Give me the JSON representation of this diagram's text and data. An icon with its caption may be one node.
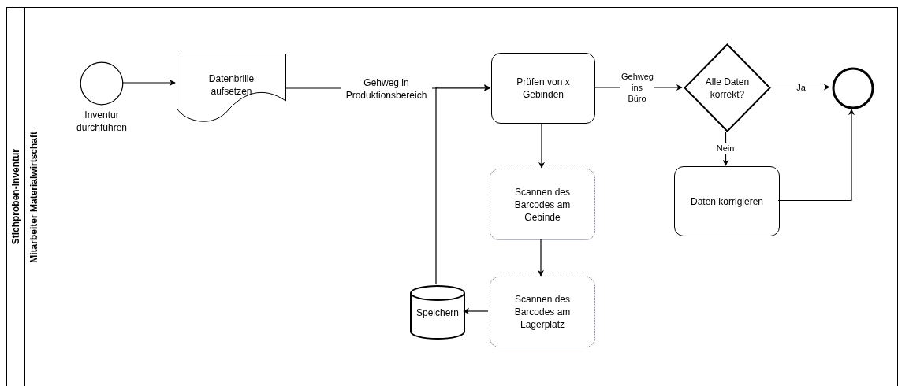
{
  "diagram": {
    "nodes": [
      {
        "text": [
          "Stichproben-Inventur"
        ]
      },
      {
        "text": [
          "Mitarbeiter Materialwirtschaft"
        ],
        "in": 0
      },
      {
        "text": [],
        "shape": "circle",
        "in": 1,
        "beside": [
          "Inventur durchführen"
        ]
      },
      {
        "text": [
          "Datenbrille aufsetzen"
        ],
        "in": 1
      },
      {
        "text": [
          "Prüfen von x Gebinden"
        ],
        "in": 1
      },
      {
        "text": [
          "Alle Daten korrekt?"
        ],
        "in": 1
      },
      {
        "text": [],
        "shape": "circle",
        "in": 1
      },
      {
        "text": [
          "Scannen des Barcodes am Gebinde"
        ],
        "in": 1
      },
      {
        "text": [
          "Scannen des Barcodes am Lagerplatz"
        ],
        "in": 1
      },
      {
        "text": [
          "Speichern"
        ],
        "in": 1
      },
      {
        "text": [
          "Daten korrigieren"
        ],
        "in": 1
      }
    ],
    "edges": [
      {
        "from": 2,
        "to": 3,
        "arrow": "to"
      },
      {
        "from": 3,
        "to": 4,
        "arrow": "to",
        "label": "Gehweg in Produktionsbereich"
      },
      {
        "from": 9,
        "to": 4,
        "arrow": "to"
      },
      {
        "from": 4,
        "to": 5,
        "arrow": "to",
        "label": "Gehweg ins Büro"
      },
      {
        "from": 5,
        "to": 6,
        "arrow": "to",
        "label": "Ja"
      },
      {
        "from": 5,
        "to": 10,
        "arrow": "to",
        "label": "Nein"
      },
      {
        "from": 10,
        "to": 6,
        "arrow": "to"
      },
      {
        "from": 4,
        "to": 7,
        "arrow": "to"
      },
      {
        "from": 7,
        "to": 8,
        "arrow": "to"
      },
      {
        "from": 8,
        "to": 9,
        "arrow": "to"
      }
    ]
  }
}
